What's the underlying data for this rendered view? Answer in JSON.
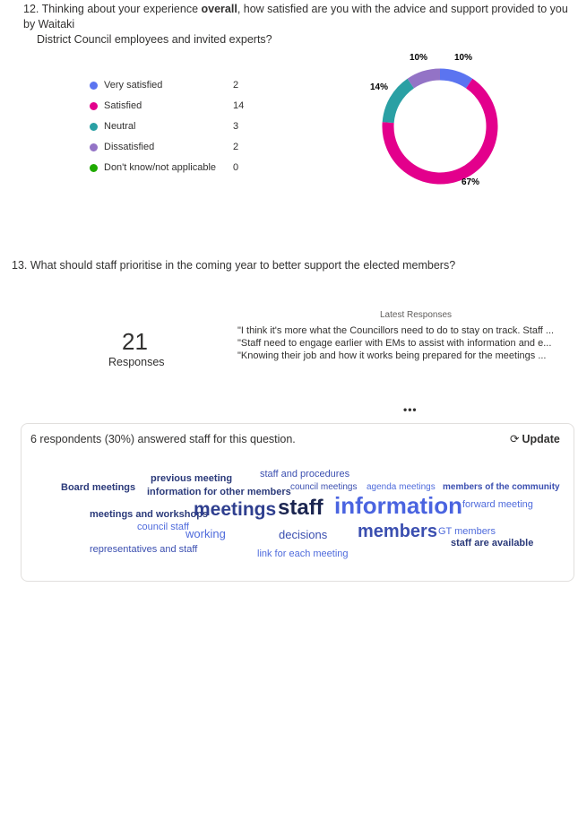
{
  "q12": {
    "pre": "12. Thinking about your experience ",
    "bold": "overall",
    "post": ", how satisfied are you with the advice and support provided to you by Waitaki",
    "line2": "District Council employees and invited experts?"
  },
  "chart_data": {
    "type": "pie",
    "variant": "donut",
    "categories": [
      "Very satisfied",
      "Satisfied",
      "Neutral",
      "Dissatisfied",
      "Don't know/not applicable"
    ],
    "values": [
      2,
      14,
      3,
      2,
      0
    ],
    "colors": [
      "#5b74f0",
      "#e3008c",
      "#2aa0a4",
      "#9373c6",
      "#1faa00"
    ],
    "labels": [
      "10%",
      "67%",
      "14%",
      "10%",
      ""
    ],
    "legend": "left"
  },
  "q13": {
    "title": "13. What should staff prioritise in the coming year to better support the elected members?",
    "count": "21",
    "count_label": "Responses",
    "latest_label": "Latest Responses",
    "responses": [
      "\"I think it's more what the Councillors need to do to stay on track. Staff ...",
      "\"Staff need to engage earlier with EMs to assist with information and e...",
      "\"Knowing their job and how it works being prepared for the meetings ..."
    ],
    "more": "•••",
    "card": {
      "summary": "6 respondents (30%) answered staff for this question.",
      "update": "Update"
    },
    "words": [
      {
        "t": "Board meetings",
        "c": "#2b3a7a"
      },
      {
        "t": "previous meeting",
        "c": "#2b3a7a"
      },
      {
        "t": "information for other members",
        "c": "#2b3a7a"
      },
      {
        "t": "staff and procedures",
        "c": "#3b4fb0"
      },
      {
        "t": "council meetings",
        "c": "#3b4fb0"
      },
      {
        "t": "agenda meetings",
        "c": "#4f6bdc"
      },
      {
        "t": "members of the community",
        "c": "#3b4fb0"
      },
      {
        "t": "meetings and workshops",
        "c": "#2b3a7a"
      },
      {
        "t": "meetings",
        "c": "#2f3f8f"
      },
      {
        "t": "staff",
        "c": "#1b2550"
      },
      {
        "t": "information",
        "c": "#4a64e0"
      },
      {
        "t": "forward meeting",
        "c": "#4f6bdc"
      },
      {
        "t": "council staff",
        "c": "#4f6bdc"
      },
      {
        "t": "working",
        "c": "#4f6bdc"
      },
      {
        "t": "decisions",
        "c": "#3b4fb0"
      },
      {
        "t": "members",
        "c": "#3b4fb0"
      },
      {
        "t": "GT members",
        "c": "#4f6bdc"
      },
      {
        "t": "staff are available",
        "c": "#2b3a7a"
      },
      {
        "t": "representatives and staff",
        "c": "#3b4fb0"
      },
      {
        "t": "link for each meeting",
        "c": "#4f6bdc"
      }
    ]
  }
}
